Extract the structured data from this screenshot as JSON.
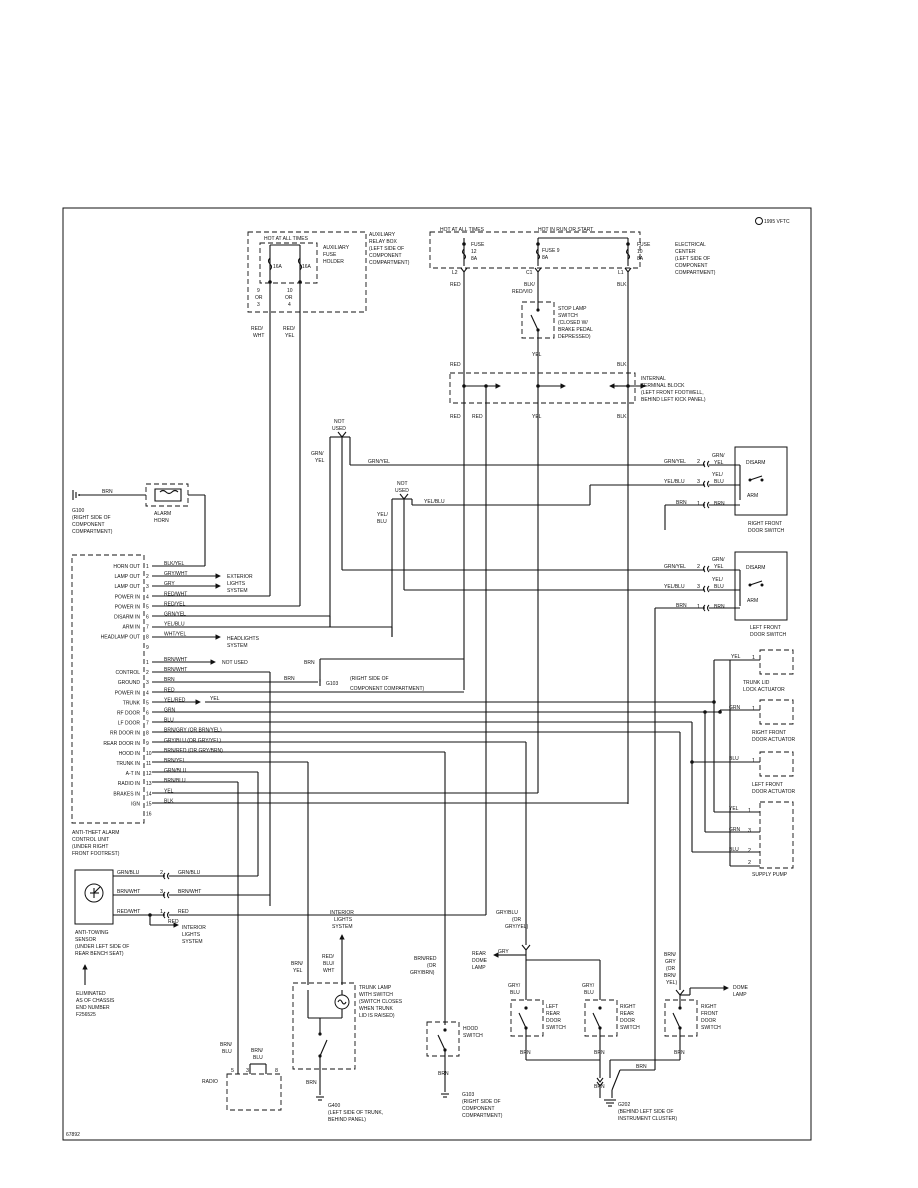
{
  "copyright": "1995 VFTC",
  "figure_id": "67892",
  "aux_relay_box": {
    "hot_label": "HOT AT ALL TIMES",
    "fuse_a": "16A",
    "fuse_b": "16A",
    "desc": [
      "AUXILIARY",
      "RELAY BOX",
      "(LEFT SIDE OF",
      "COMPONENT",
      "COMPARTMENT)"
    ],
    "holder": [
      "AUXILIARY",
      "FUSE",
      "HOLDER"
    ],
    "pin_a": [
      "9",
      "OR",
      "3"
    ],
    "pin_b": [
      "10",
      "OR",
      "4"
    ]
  },
  "electrical_center": {
    "hot_label": "HOT AT ALL TIMES",
    "run_label": "HOT IN RUN OR START",
    "fuse12": [
      "FUSE",
      "12",
      "8A"
    ],
    "fuse9": [
      "FUSE 9",
      "8A"
    ],
    "fuse10": [
      "FUSE",
      "10",
      "8A"
    ],
    "desc": [
      "ELECTRICAL",
      "CENTER",
      "(LEFT SIDE OF",
      "COMPONENT",
      "COMPARTMENT)"
    ],
    "t_l2": "L2",
    "t_c1": "C1",
    "t_l1": "L1"
  },
  "stop_lamp": [
    "STOP LAMP",
    "SWITCH",
    "(CLOSED W/",
    "BRAKE PEDAL",
    "DEPRESSED)"
  ],
  "terminal_block": [
    "INTERNAL",
    "TERMINAL BLOCK",
    "(LEFT FRONT FOOTWELL,",
    "BEHIND LEFT KICK PANEL)"
  ],
  "not_used": [
    "NOT",
    "USED"
  ],
  "alarm_horn": [
    "ALARM",
    "HORN"
  ],
  "g100": [
    "G100",
    "(RIGHT SIDE OF",
    "COMPONENT",
    "COMPARTMENT)"
  ],
  "right_door_switch": [
    "RIGHT FRONT",
    "DOOR SWITCH"
  ],
  "left_door_switch": [
    "LEFT FRONT",
    "DOOR SWITCH"
  ],
  "door_switch_labels": {
    "disarm": "DISARM",
    "arm": "ARM"
  },
  "exterior_lights": [
    "EXTERIOR",
    "LIGHTS",
    "SYSTEM"
  ],
  "headlights": [
    "HEADLIGHTS",
    "SYSTEM"
  ],
  "not_used_single": "NOT USED",
  "g103_a": [
    "G103",
    "(RIGHT SIDE OF",
    "COMPONENT COMPARTMENT)"
  ],
  "control_unit": {
    "pins_top": [
      {
        "n": "1",
        "label": "HORN OUT",
        "wire": "BLK/YEL"
      },
      {
        "n": "2",
        "label": "LAMP OUT",
        "wire": "GRY/WHT"
      },
      {
        "n": "3",
        "label": "LAMP OUT",
        "wire": "GRY"
      },
      {
        "n": "4",
        "label": "POWER IN",
        "wire": "RED/WHT"
      },
      {
        "n": "5",
        "label": "POWER IN",
        "wire": "RED/YEL"
      },
      {
        "n": "6",
        "label": "DISARM IN",
        "wire": "GRN/YEL"
      },
      {
        "n": "7",
        "label": "ARM IN",
        "wire": "YEL/BLU"
      },
      {
        "n": "8",
        "label": "HEADLAMP OUT",
        "wire": "WHT/YEL"
      },
      {
        "n": "9",
        "label": "",
        "wire": ""
      }
    ],
    "pins_bottom": [
      {
        "n": "1",
        "label": "",
        "wire": "BRN/WHT"
      },
      {
        "n": "2",
        "label": "CONTROL",
        "wire": "BRN/WHT"
      },
      {
        "n": "3",
        "label": "GROUND",
        "wire": "BRN"
      },
      {
        "n": "4",
        "label": "POWER IN",
        "wire": "RED"
      },
      {
        "n": "5",
        "label": "TRUNK",
        "wire": "YEL/RED"
      },
      {
        "n": "6",
        "label": "RF DOOR",
        "wire": "GRN"
      },
      {
        "n": "7",
        "label": "LF DOOR",
        "wire": "BLU"
      },
      {
        "n": "8",
        "label": "RR DOOR IN",
        "wire": "BRN/GRY (OR BRN/YEL)"
      },
      {
        "n": "9",
        "label": "REAR DOOR IN",
        "wire": "GRY/BLU (OR GRY/YEL)"
      },
      {
        "n": "10",
        "label": "HOOD IN",
        "wire": "BRN/RED (OR GRY/BRN)"
      },
      {
        "n": "11",
        "label": "TRUNK IN",
        "wire": "BRN/YEL"
      },
      {
        "n": "12",
        "label": "A-T IN",
        "wire": "GRN/BLU"
      },
      {
        "n": "13",
        "label": "RADIO IN",
        "wire": "BRN/BLU"
      },
      {
        "n": "14",
        "label": "BRAKES IN",
        "wire": "YEL"
      },
      {
        "n": "15",
        "label": "IGN",
        "wire": "BLK"
      },
      {
        "n": "16",
        "label": "",
        "wire": ""
      }
    ],
    "desc": [
      "ANTI-THEFT ALARM",
      "CONTROL UNIT",
      "(UNDER RIGHT",
      "FRONT FOOTREST)"
    ]
  },
  "trunk_lid_actuator": [
    "TRUNK LID",
    "LOCK ACTUATOR"
  ],
  "rf_actuator": [
    "RIGHT FRONT",
    "DOOR ACTUATOR"
  ],
  "lf_actuator": [
    "LEFT FRONT",
    "DOOR ACTUATOR"
  ],
  "supply_pump": "SUPPLY PUMP",
  "anti_tow": {
    "desc": [
      "ANTI-TOWING",
      "SENSOR",
      "(UNDER LEFT SIDE OF",
      "REAR BENCH SEAT)"
    ],
    "note": [
      "ELIMINATED",
      "AS OF CHASSIS",
      "END NUMBER",
      "F256525"
    ]
  },
  "interior_lights": [
    "INTERIOR",
    "LIGHTS",
    "SYSTEM"
  ],
  "trunk_lamp": [
    "TRUNK LAMP",
    "WITH SWITCH",
    "(SWITCH CLOSES",
    "WHEN TRUNK",
    "LID IS RAISED)"
  ],
  "g400": [
    "G400",
    "(LEFT SIDE OF TRUNK,",
    "BEHIND PANEL)"
  ],
  "hood_switch": [
    "HOOD",
    "SWITCH"
  ],
  "g103_b": [
    "G103",
    "(RIGHT SIDE OF",
    "COMPONENT",
    "COMPARTMENT)"
  ],
  "rear_dome": [
    "REAR",
    "DOME",
    "LAMP"
  ],
  "lr_door": [
    "LEFT",
    "REAR",
    "DOOR",
    "SWITCH"
  ],
  "rr_door": [
    "RIGHT",
    "REAR",
    "DOOR",
    "SWITCH"
  ],
  "rf_door_sw": [
    "RIGHT",
    "FRONT",
    "DOOR",
    "SWITCH"
  ],
  "dome_lamp": [
    "DOME",
    "LAMP"
  ],
  "g202": [
    "G202",
    "(BEHIND LEFT SIDE OF",
    "INSTRUMENT CLUSTER)"
  ],
  "radio": "RADIO",
  "wires": {
    "red_wht": [
      "RED/",
      "WHT"
    ],
    "red_yel": [
      "RED/",
      "YEL"
    ],
    "red": "RED",
    "blk": "BLK",
    "yel": "YEL",
    "brn": "BRN",
    "blk_redvio": [
      "BLK/",
      "RED/VIO"
    ],
    "grn_yel": "GRN/YEL",
    "grn_yel_v": [
      "GRN/",
      "YEL"
    ],
    "yel_blu": "YEL/BLU",
    "yel_blu_v": [
      "YEL/",
      "BLU"
    ],
    "grn_blu": "GRN/BLU",
    "brn_wht": "BRN/WHT",
    "red_wht_h": "RED/WHT",
    "gry_blu_or": [
      "GRY/BLU",
      "(OR",
      "GRY/YEL)"
    ],
    "brn_red_or": [
      "BRN/RED",
      "(OR",
      "GRY/BRN)"
    ],
    "brn_yel": [
      "BRN/",
      "YEL"
    ],
    "red_blu_wht": [
      "RED/",
      "BLU/",
      "WHT"
    ],
    "gry_blu": [
      "GRY/",
      "BLU"
    ],
    "brn_gry_or": [
      "BRN/",
      "GRY",
      "(OR",
      "BRN/",
      "YEL)"
    ],
    "brn_blu": [
      "BRN/",
      "BLU"
    ],
    "gry": "GRY",
    "grn": "GRN",
    "blu": "BLU"
  }
}
